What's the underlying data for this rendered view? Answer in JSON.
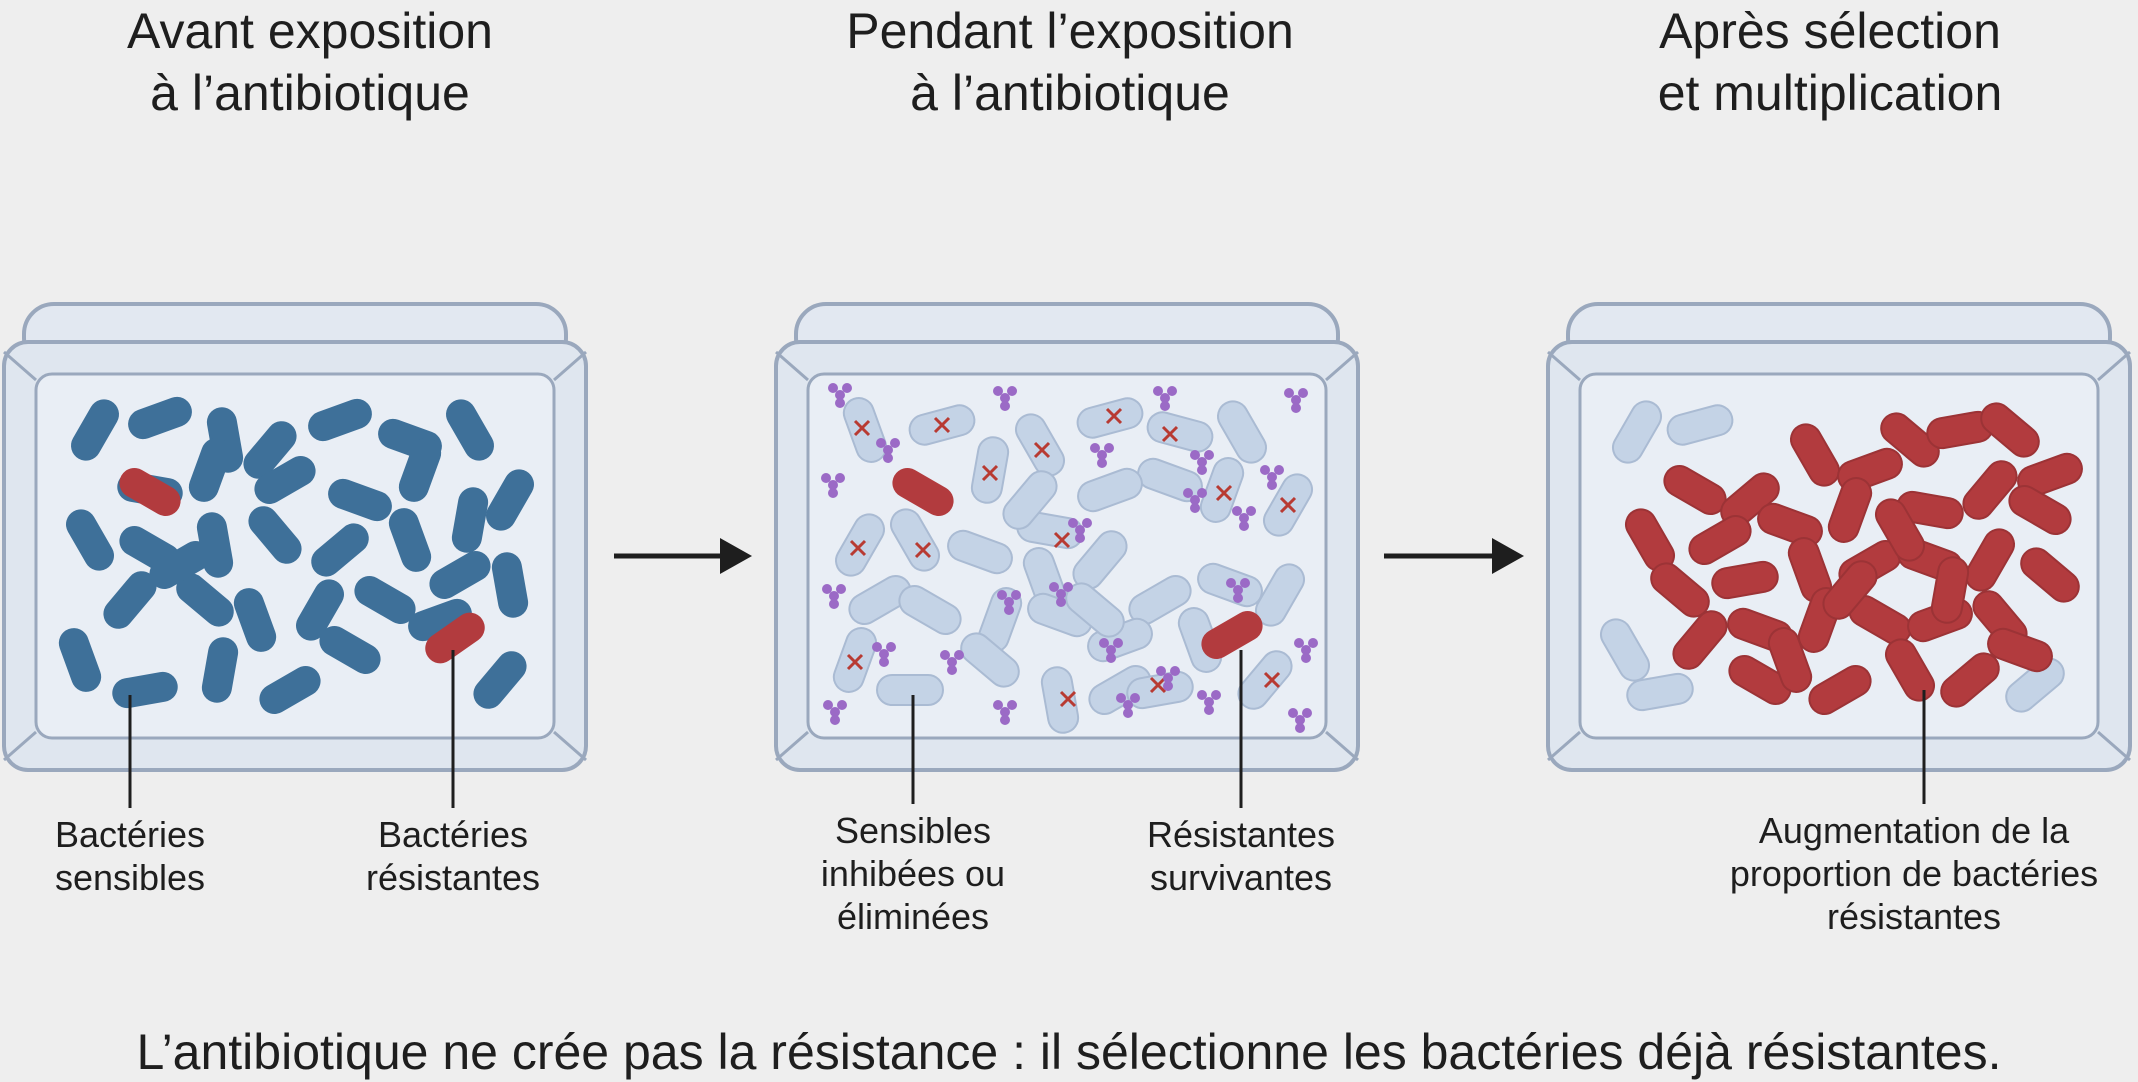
{
  "panels": [
    {
      "title": "Avant exposition\nà l’antibiotique",
      "labels": [
        "Bactéries\nsensibles",
        "Bactéries\nrésistantes"
      ]
    },
    {
      "title": "Pendant l’exposition\nà l’antibiotique",
      "labels": [
        "Sensibles\ninhibées ou\néliminées",
        "Résistantes\nsurvivantes"
      ]
    },
    {
      "title": "Après sélection\net multiplication",
      "labels": [
        "Augmentation de la\nproportion de bactéries\nrésistantes"
      ]
    }
  ],
  "conclusion": "L’antibiotique ne crée pas la résistance : il sélectionne les bactéries déjà résistantes.",
  "colors": {
    "background": "#eeeeee",
    "dish_fill": "#dde4ee",
    "dish_stroke": "#9aa8bd",
    "sensitive_bacteria": "#3e7099",
    "resistant_bacteria": "#b23b3e",
    "inhibited_bacteria": "#c4d3e6",
    "antibiotic_molecule": "#9b6ac6",
    "kill_mark": "#b83a32",
    "arrow": "#1e1e1e"
  },
  "icons": [
    "petri-dish-icon",
    "bacterium-icon",
    "antibiotic-molecule-icon",
    "kill-mark-icon",
    "arrow-right-icon"
  ]
}
